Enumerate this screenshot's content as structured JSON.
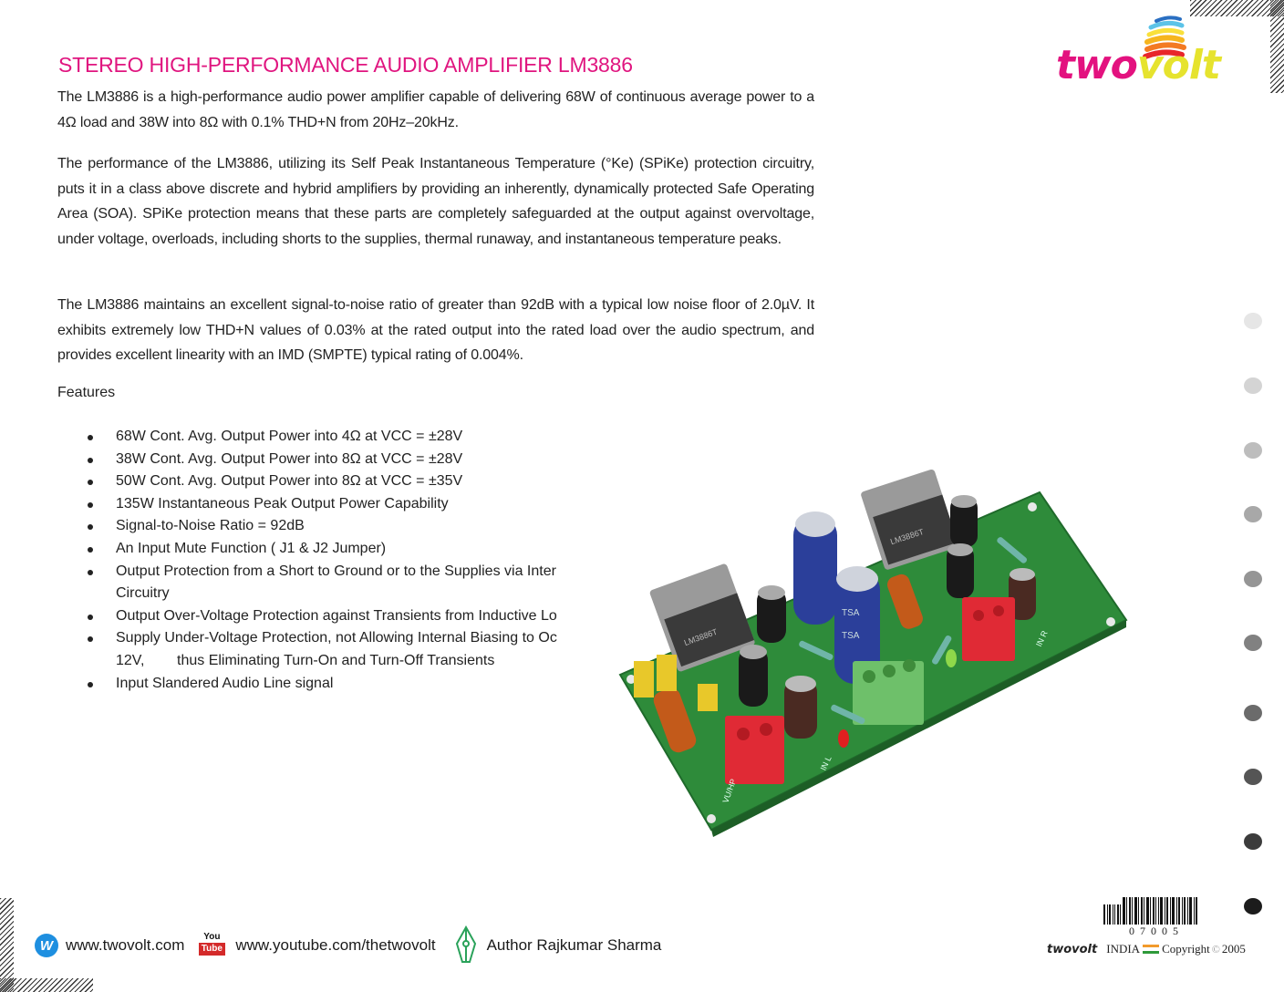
{
  "header": {
    "title": "STEREO HIGH-PERFORMANCE AUDIO AMPLIFIER LM3886",
    "logo": {
      "part1": "two",
      "part2": "volt",
      "icon": "twovolt-swirl-logo-icon"
    }
  },
  "body": {
    "paragraphs": [
      "The LM3886 is a high-performance audio power amplifier capable of delivering 68W of continuous average power to a 4Ω load and 38W into 8Ω with 0.1% THD+N from 20Hz–20kHz.",
      "The performance of the LM3886, utilizing its Self Peak Instantaneous Temperature (°Ke) (SPiKe) protection circuitry, puts it in a class above discrete and hybrid amplifiers by providing an inherently, dynamically protected Safe Operating Area (SOA). SPiKe protection means that these parts are completely safeguarded at the output against overvoltage, under voltage, overloads, including shorts to the supplies, thermal runaway, and instantaneous temperature peaks.",
      "The LM3886 maintains an excellent signal-to-noise ratio of greater than 92dB with a typical low noise floor of 2.0µV. It exhibits extremely low THD+N values of 0.03% at the rated output into the rated load over the audio spectrum, and provides excellent linearity with an IMD (SMPTE) typical rating of 0.004%."
    ],
    "features_heading": "Features",
    "features": [
      "68W Cont. Avg. Output Power into 4Ω at VCC = ±28V",
      "38W Cont. Avg. Output Power into 8Ω at VCC = ±28V",
      "50W Cont. Avg. Output Power into 8Ω at VCC = ±35V",
      "135W Instantaneous Peak Output Power Capability",
      "Signal-to-Noise Ratio = 92dB",
      "An Input Mute Function ( J1 & J2 Jumper)",
      "Output Protection from a Short to Ground or to the Supplies via Inter\nCircuitry",
      "Output Over-Voltage Protection against Transients from Inductive Lo",
      "Supply Under-Voltage Protection, not Allowing Internal Biasing to Oc\n12V,        thus Eliminating Turn-On and Turn-Off Transients",
      "Input Slandered Audio Line signal"
    ],
    "image": {
      "description": "Green PCB stereo amplifier board with two LM3886T ICs, blue and black capacitors, orange inductors, red and green terminal blocks",
      "labels": [
        "LM3886T",
        "LM3886T",
        "TSA",
        "IN L",
        "IN R",
        "VU/HP"
      ]
    }
  },
  "side_dots": {
    "colors": [
      "#e6e6e6",
      "#d4d4d4",
      "#bdbdbd",
      "#a8a8a8",
      "#959595",
      "#818181",
      "#6b6b6b",
      "#555555",
      "#3c3c3c",
      "#1c1c1c"
    ]
  },
  "footer": {
    "website": "www.twovolt.com",
    "youtube": "www.youtube.com/thetwovolt",
    "youtube_icon_top": "You",
    "youtube_icon_bottom": "Tube",
    "author": "Author Rajkumar Sharma",
    "website_icon_letter": "W"
  },
  "colophon": {
    "barcode_number": "07005",
    "brand": "twovolt",
    "country": "INDIA",
    "copyright_label": "Copyright",
    "copyright_symbol": "©",
    "year": "2005"
  },
  "colors": {
    "title": "#e0157f",
    "brand_pink": "#e3127f",
    "brand_yellow": "#e6e32e",
    "pcb_green": "#2e8b3a"
  }
}
